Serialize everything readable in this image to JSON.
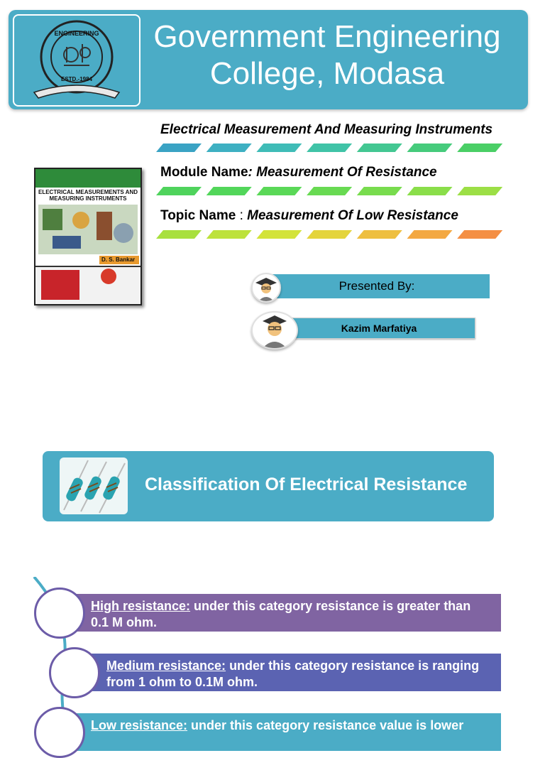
{
  "header": {
    "college_line1": "Government Engineering",
    "college_line2": "College, Modasa",
    "logo_text_top": "ENGINEERING",
    "logo_text_estd": "ESTD.-1984"
  },
  "subject": {
    "course": "Electrical Measurement And Measuring Instruments",
    "module_label": "Module  Name",
    "module_value": ": Measurement Of Resistance",
    "topic_label": "Topic Name",
    "topic_sep": ":",
    "topic_value": "Measurement Of Low Resistance"
  },
  "book": {
    "title": "ELECTRICAL MEASUREMENTS AND MEASURING INSTRUMENTS",
    "author": "D. S. Bankar"
  },
  "presenter": {
    "label": "Presented By:",
    "name": "Kazim Marfatiya"
  },
  "section": {
    "title": "Classification Of Electrical Resistance"
  },
  "items": [
    {
      "term": "High resistance:",
      "desc": " under this category resistance is greater than 0.1 M ohm.",
      "color": "#8064a2"
    },
    {
      "term": "Medium resistance:",
      "desc": " under this category resistance is ranging from 1 ohm to 0.1M ohm.",
      "color": "#5b63b2"
    },
    {
      "term": "Low resistance:",
      "desc": " under this category resistance value is lower",
      "color": "#4bacc6"
    }
  ],
  "colors": {
    "accent": "#4bacc6",
    "stripes_row1": [
      "#3aa3c4",
      "#3eb0c2",
      "#3fbcb7",
      "#40c3a7",
      "#43c792",
      "#46cb7c",
      "#4acf66"
    ],
    "stripes_row2": [
      "#4fd35c",
      "#52d65a",
      "#5ad857",
      "#68da52",
      "#78dc4e",
      "#8ade4a",
      "#9cdf46"
    ],
    "stripes_row3": [
      "#a8e03e",
      "#bde23b",
      "#d3e33a",
      "#e4d43c",
      "#eebf40",
      "#f3a842",
      "#f48f44"
    ]
  }
}
